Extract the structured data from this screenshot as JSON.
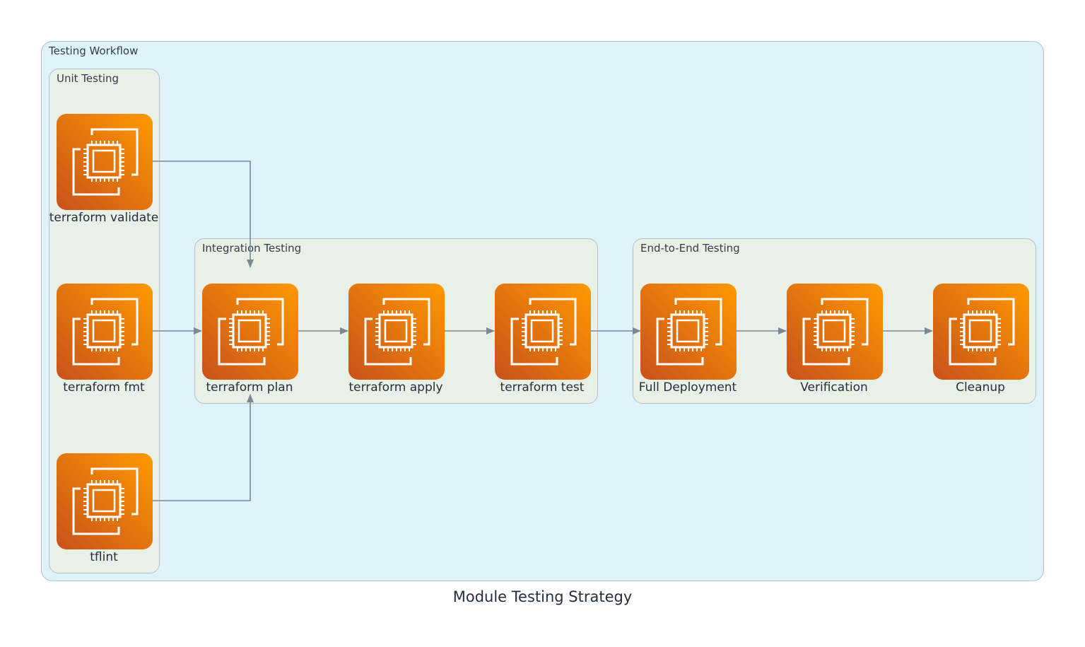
{
  "title": "Module Testing Strategy",
  "clusters": {
    "outer": "Testing Workflow",
    "unit": "Unit Testing",
    "integration": "Integration Testing",
    "e2e": "End-to-End Testing"
  },
  "nodes": {
    "validate": "terraform validate",
    "fmt": "terraform fmt",
    "tflint": "tflint",
    "plan": "terraform plan",
    "apply": "terraform apply",
    "test": "terraform test",
    "deploy": "Full Deployment",
    "verify": "Verification",
    "cleanup": "Cleanup"
  },
  "icon": "ec2-instances-icon",
  "colors": {
    "node_gradient_start": "#c8511b",
    "node_gradient_end": "#ff9900",
    "edge": "#7b8896",
    "outer_cluster_fill": "#e1f3fa",
    "inner_cluster_fill": "#e9f1e6"
  },
  "edges": [
    {
      "from": "validate",
      "to": "plan"
    },
    {
      "from": "fmt",
      "to": "plan"
    },
    {
      "from": "tflint",
      "to": "plan"
    },
    {
      "from": "plan",
      "to": "apply"
    },
    {
      "from": "apply",
      "to": "test"
    },
    {
      "from": "test",
      "to": "deploy"
    },
    {
      "from": "deploy",
      "to": "verify"
    },
    {
      "from": "verify",
      "to": "cleanup"
    }
  ]
}
